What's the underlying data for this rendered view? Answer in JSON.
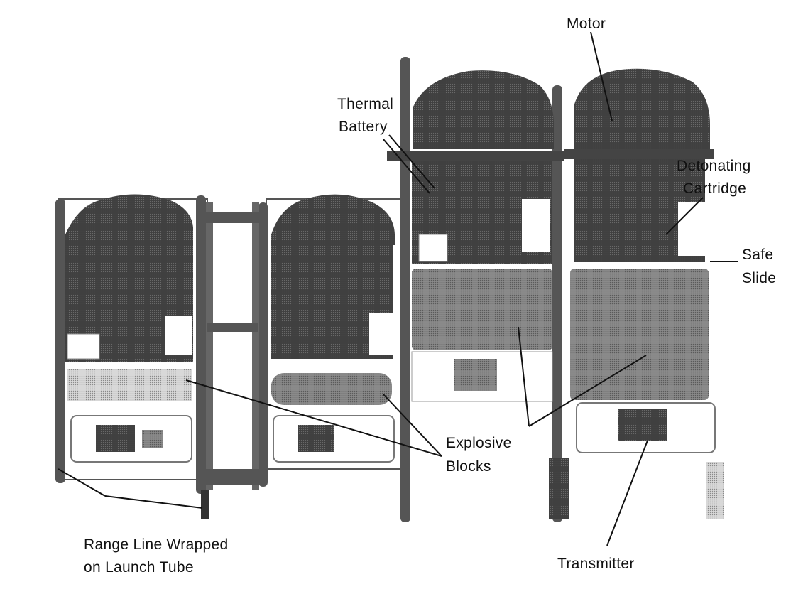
{
  "labels": {
    "motor": "Motor",
    "thermal_battery_1": "Thermal",
    "thermal_battery_2": "Battery",
    "detonating_cartridge_1": "Detonating",
    "detonating_cartridge_2": "Cartridge",
    "safe_slide_1": "Safe",
    "safe_slide_2": "Slide",
    "explosive_blocks_1": "Explosive",
    "explosive_blocks_2": "Blocks",
    "range_line_1": "Range Line Wrapped",
    "range_line_2": "on Launch Tube",
    "transmitter": "Transmitter"
  },
  "colors": {
    "dark_fill": "#3a3a3a",
    "mid_fill": "#7a7a7a",
    "light_fill": "#a6a6a6",
    "frame": "#4a4a4a",
    "text": "#111111"
  }
}
